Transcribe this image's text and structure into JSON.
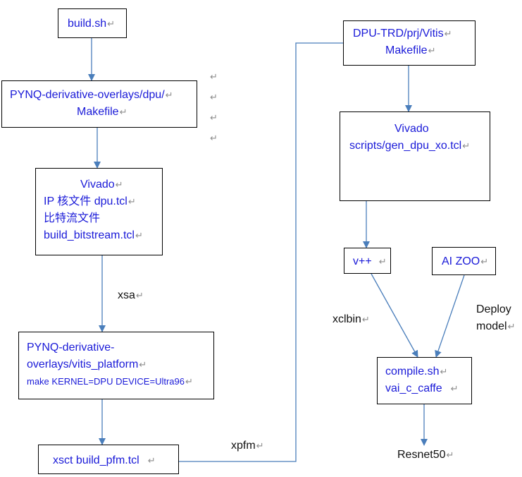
{
  "boxes": {
    "build_sh": {
      "lines": [
        "build.sh"
      ]
    },
    "pynq_dpu_makefile": {
      "lines": [
        "PYNQ-derivative-overlays/dpu/",
        "Makefile"
      ]
    },
    "vivado_left": {
      "lines": [
        "Vivado",
        "IP 核文件 dpu.tcl",
        "比特流文件",
        "build_bitstream.tcl"
      ]
    },
    "vitis_platform": {
      "lines": [
        "PYNQ-derivative-",
        "overlays/vitis_platform",
        "make KERNEL=DPU DEVICE=Ultra96"
      ]
    },
    "xsct": {
      "lines": [
        "xsct build_pfm.tcl"
      ]
    },
    "dpu_trd": {
      "lines": [
        "DPU-TRD/prj/Vitis",
        "Makefile"
      ]
    },
    "vivado_right": {
      "lines": [
        "Vivado",
        "scripts/gen_dpu_xo.tcl"
      ]
    },
    "vpp": {
      "lines": [
        "v++"
      ]
    },
    "ai_zoo": {
      "lines": [
        "AI ZOO"
      ]
    },
    "compile": {
      "lines": [
        "compile.sh",
        "vai_c_caffe"
      ]
    }
  },
  "labels": {
    "xsa": "xsa",
    "xpfm": "xpfm",
    "xclbin": "xclbin",
    "deploy_1": "Deploy",
    "deploy_2": "model",
    "resnet": "Resnet50"
  },
  "return_mark": "↵",
  "colors": {
    "text": "#1a1ad8",
    "arrow": "#4a7ebb",
    "mark": "#8c8c8c"
  }
}
